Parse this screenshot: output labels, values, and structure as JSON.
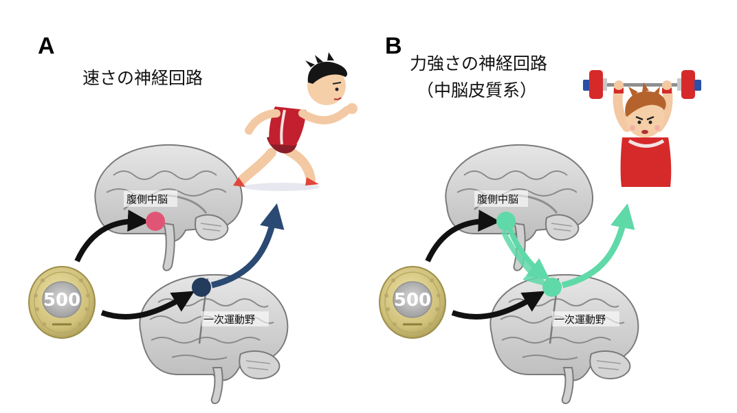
{
  "panels": [
    {
      "letter": "A",
      "title_line1": "速さの神経回路",
      "title_line2": "",
      "vm_label": "腹側中脳",
      "m1_label": "一次運動野",
      "coin_value": "500",
      "node_vm_color": "#e05576",
      "node_m1_color": "#233b5c",
      "pathway_color": "#2b4a73",
      "input_arrow_color": "#111111"
    },
    {
      "letter": "B",
      "title_line1": "力強さの神経回路",
      "title_line2": "（中脳皮質系）",
      "vm_label": "腹側中脳",
      "m1_label": "一次運動野",
      "coin_value": "500",
      "node_vm_color": "#5fd9a8",
      "node_m1_color": "#5fd9a8",
      "pathway_color": "#5fd9a8",
      "input_arrow_color": "#111111"
    }
  ],
  "illustrations": {
    "panel_a": "sprinter-illustration",
    "panel_b": "weightlifter-illustration"
  },
  "icons": {
    "coin": "coin-500-yen-icon",
    "brain_medial": "brain-medial-view-icon",
    "brain_lateral": "brain-lateral-view-icon"
  }
}
